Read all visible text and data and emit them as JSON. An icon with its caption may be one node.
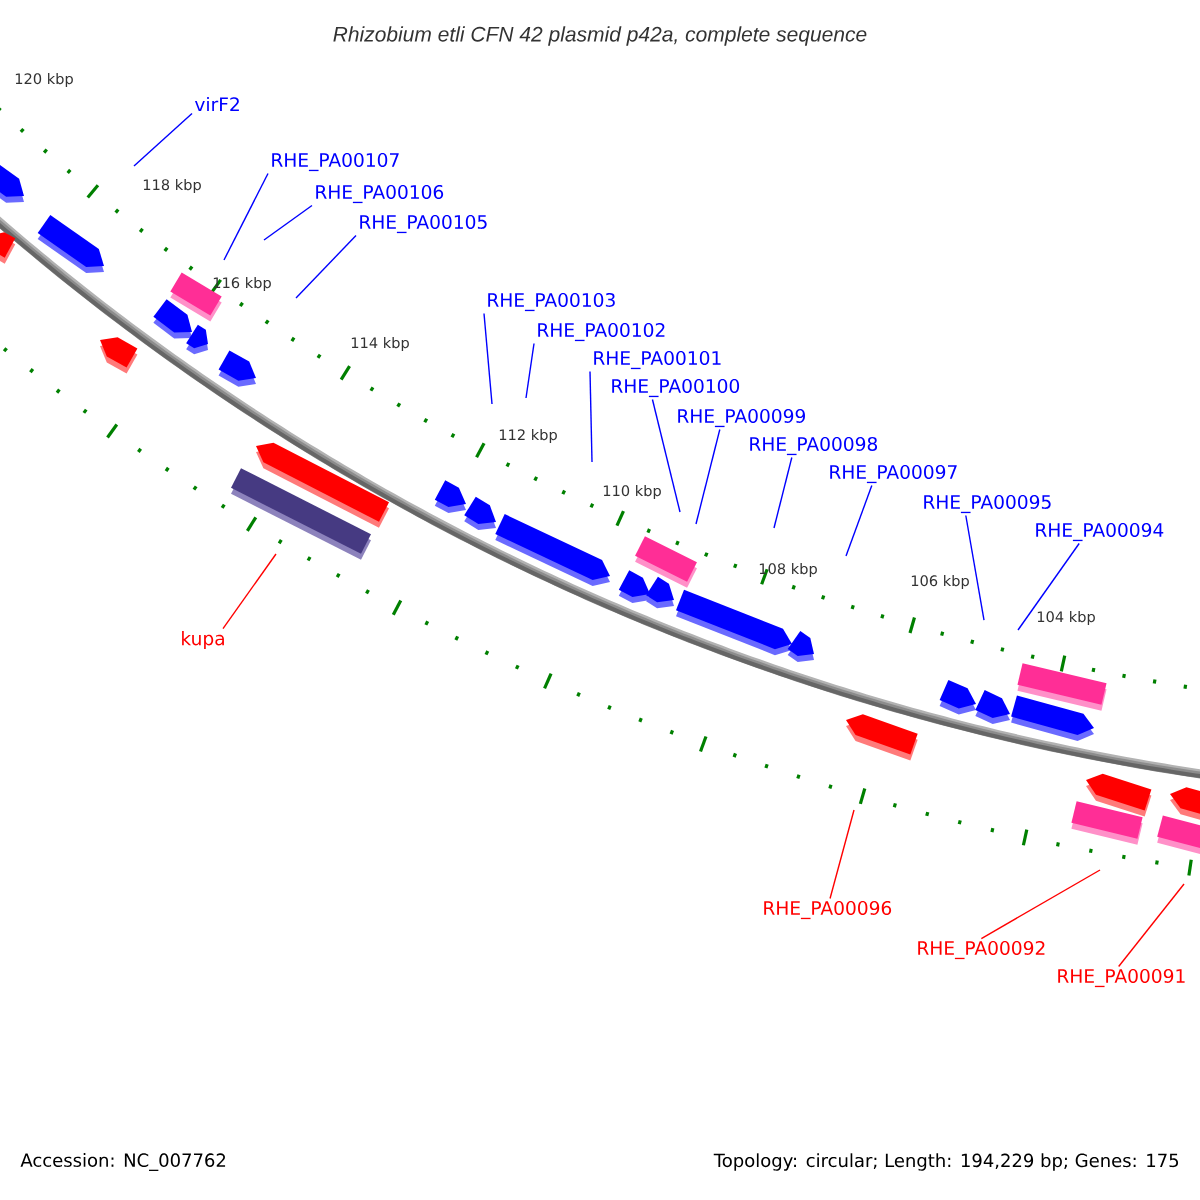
{
  "diagram": {
    "title": "Rhizobium etli CFN 42 plasmid p42a, complete sequence",
    "nodes": [
      {
        "text": [
          "virF2"
        ]
      },
      {
        "text": [
          "RHE_PA00107"
        ]
      },
      {
        "text": [
          "RHE_PA00106"
        ]
      },
      {
        "text": [
          "RHE_PA00105"
        ]
      },
      {
        "text": [
          "RHE_PA00103"
        ]
      },
      {
        "text": [
          "RHE_PA00102"
        ]
      },
      {
        "text": [
          "RHE_PA00101"
        ]
      },
      {
        "text": [
          "RHE_PA00100"
        ]
      },
      {
        "text": [
          "RHE_PA00099"
        ]
      },
      {
        "text": [
          "RHE_PA00098"
        ]
      },
      {
        "text": [
          "RHE_PA00097"
        ]
      },
      {
        "text": [
          "RHE_PA00095"
        ]
      },
      {
        "text": [
          "RHE_PA00094"
        ]
      },
      {
        "text": [
          "kupa"
        ]
      },
      {
        "text": [
          "RHE_PA00096"
        ]
      },
      {
        "text": [
          "RHE_PA00092"
        ]
      },
      {
        "text": [
          "RHE_PA00091"
        ]
      }
    ],
    "edges": [
      {
        "from": 0,
        "to": null,
        "arrow": "none"
      },
      {
        "from": 1,
        "to": null,
        "arrow": "none"
      },
      {
        "from": 2,
        "to": null,
        "arrow": "none"
      },
      {
        "from": 3,
        "to": null,
        "arrow": "none"
      },
      {
        "from": 4,
        "to": null,
        "arrow": "none"
      },
      {
        "from": 5,
        "to": null,
        "arrow": "none"
      },
      {
        "from": 6,
        "to": null,
        "arrow": "none"
      },
      {
        "from": 7,
        "to": null,
        "arrow": "none"
      },
      {
        "from": 8,
        "to": null,
        "arrow": "none"
      },
      {
        "from": 9,
        "to": null,
        "arrow": "none"
      },
      {
        "from": 10,
        "to": null,
        "arrow": "none"
      },
      {
        "from": 11,
        "to": null,
        "arrow": "none"
      },
      {
        "from": 12,
        "to": null,
        "arrow": "none"
      },
      {
        "from": 13,
        "to": null,
        "arrow": "none",
        "color": "#ff0000"
      },
      {
        "from": 14,
        "to": null,
        "arrow": "none",
        "color": "#ff0000"
      },
      {
        "from": 15,
        "to": null,
        "arrow": "none",
        "color": "#ff0000"
      },
      {
        "from": 16,
        "to": null,
        "arrow": "none",
        "color": "#ff0000"
      }
    ],
    "labels": [
      "120 kbp",
      "118 kbp",
      "116 kbp",
      "114 kbp",
      "112 kbp",
      "110 kbp",
      "108 kbp",
      "106 kbp",
      "104 kbp",
      "Accession: NC_007762",
      "Topology: circular; Length: 194,229 bp; Genes: 175"
    ]
  }
}
